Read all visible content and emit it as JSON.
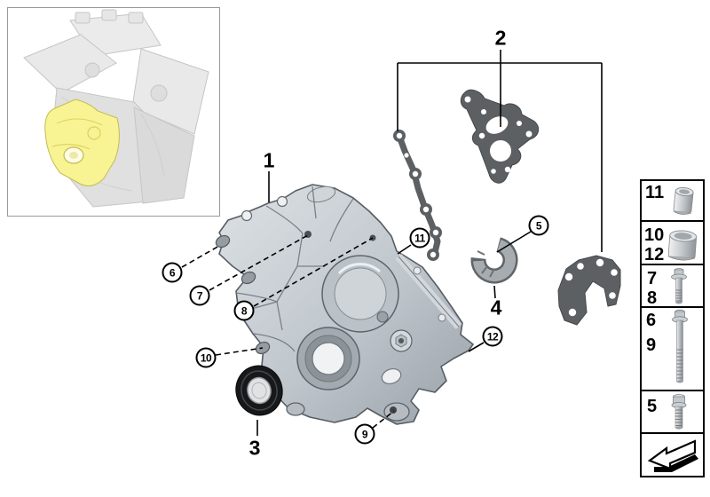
{
  "callouts": {
    "plain": [
      {
        "label": "1"
      },
      {
        "label": "2"
      },
      {
        "label": "3"
      },
      {
        "label": "4"
      }
    ],
    "circled": [
      {
        "label": "5"
      },
      {
        "label": "6"
      },
      {
        "label": "7"
      },
      {
        "label": "8"
      },
      {
        "label": "9"
      },
      {
        "label": "10"
      },
      {
        "label": "11"
      },
      {
        "label": "12"
      }
    ]
  },
  "sidebar": {
    "rows": [
      {
        "labels": [
          "11"
        ],
        "icon": "dowel-sleeve-small-icon"
      },
      {
        "labels": [
          "10",
          "12"
        ],
        "icon": "dowel-sleeve-large-icon"
      },
      {
        "labels": [
          "7",
          "8"
        ],
        "icon": "hex-bolt-short-icon"
      },
      {
        "labels": [
          "6",
          "9"
        ],
        "icon": "hex-bolt-long-icon"
      },
      {
        "labels": [
          "5"
        ],
        "icon": "hex-bolt-stub-icon"
      },
      {
        "labels": [],
        "icon": "back-arrow-icon"
      }
    ]
  },
  "thumbnail": {
    "icon": "engine-location-thumbnail",
    "highlight_color": "#f8f493"
  },
  "colors": {
    "gasket_dark": "#5c6063",
    "cover_metal_light": "#d9dde1",
    "cover_metal_dark": "#9aa2a9",
    "seal_black": "#17181a",
    "line_black": "#000000",
    "thumbnail_border": "#9a9a9a",
    "highlight_yellow": "#f8f493"
  }
}
